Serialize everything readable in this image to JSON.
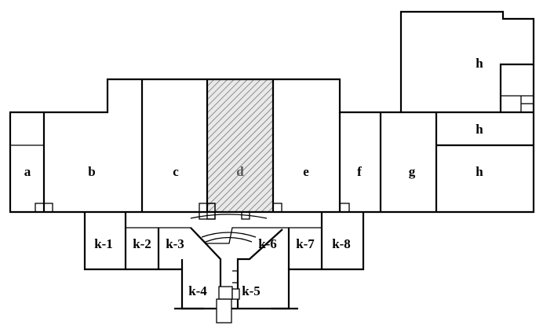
{
  "rooms": {
    "a": "a",
    "b": "b",
    "c": "c",
    "d": "d",
    "e": "e",
    "f": "f",
    "g": "g",
    "h_top": "h",
    "h_middle": "h",
    "h_bottom": "h",
    "k1": "k-1",
    "k2": "k-2",
    "k3": "k-3",
    "k4": "k-4",
    "k5": "k-5",
    "k6": "k-6",
    "k7": "k-7",
    "k8": "k-8"
  },
  "highlighted_room": "d",
  "colors": {
    "line": "#000000",
    "hatch": "#777777",
    "background": "#ffffff"
  }
}
